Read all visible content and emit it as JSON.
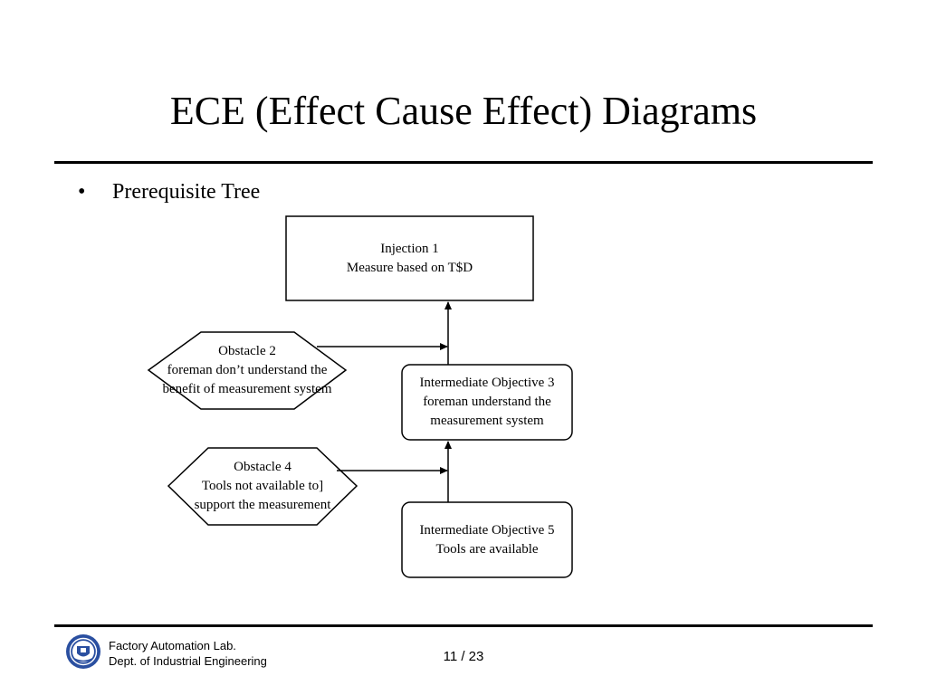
{
  "slide": {
    "title": "ECE (Effect Cause Effect) Diagrams",
    "bullet_symbol": "•",
    "bullet_text": "Prerequisite Tree"
  },
  "diagram": {
    "injection_1": {
      "line1": "Injection 1",
      "line2": "Measure based on T$D"
    },
    "obstacle_2": {
      "line1": "Obstacle 2",
      "line2": "foreman don’t understand the",
      "line3": "benefit of measurement system"
    },
    "objective_3": {
      "line1": "Intermediate Objective 3",
      "line2": "foreman understand the",
      "line3": "measurement system"
    },
    "obstacle_4": {
      "line1": "Obstacle 4",
      "line2": "Tools not available to]",
      "line3": "support the measurement"
    },
    "objective_5": {
      "line1": "Intermediate Objective 5",
      "line2": "Tools are available"
    }
  },
  "footer": {
    "org_line1": "Factory Automation Lab.",
    "org_line2": "Dept. of Industrial Engineering",
    "page": "11 / 23",
    "logo_icon": "university-seal-icon",
    "logo_color": "#2a4fa0"
  }
}
